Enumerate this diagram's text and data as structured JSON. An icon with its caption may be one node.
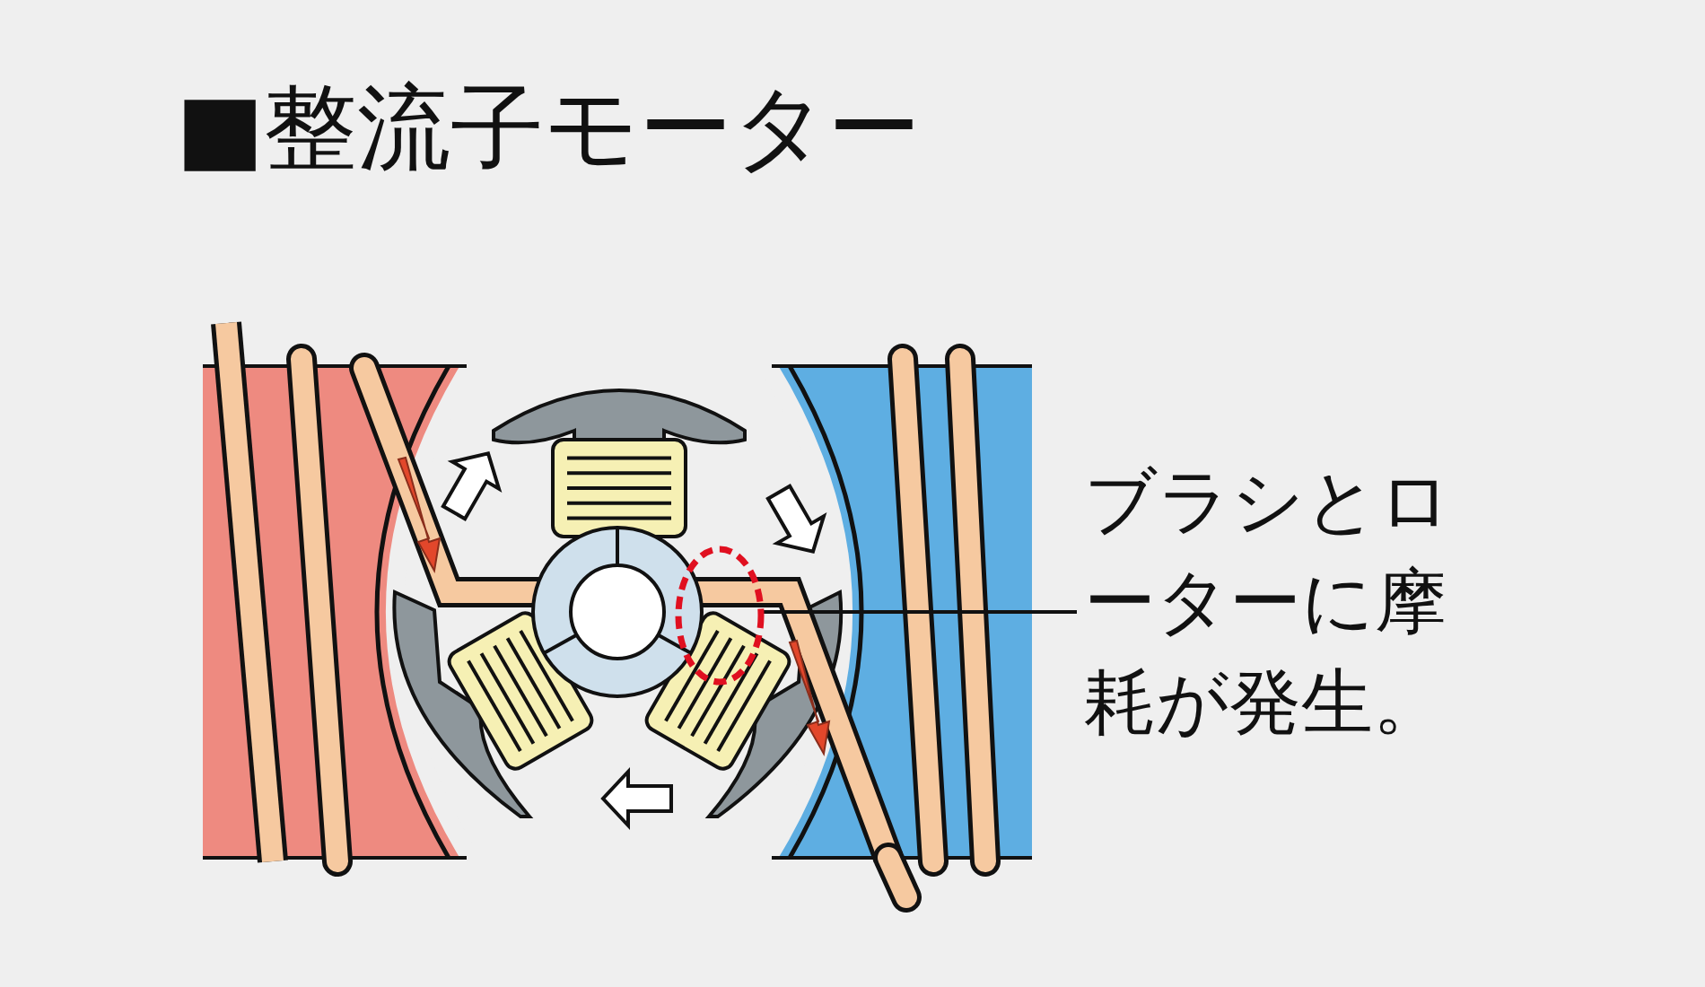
{
  "diagram": {
    "title": "■整流子モーター",
    "nodes": [
      {
        "text": [
          "ブラシとローターに摩耗が発生。"
        ]
      },
      {
        "text": [],
        "shape": "circle"
      }
    ],
    "edges": [
      {
        "from": 0,
        "to": 1,
        "arrow": "none"
      }
    ]
  }
}
